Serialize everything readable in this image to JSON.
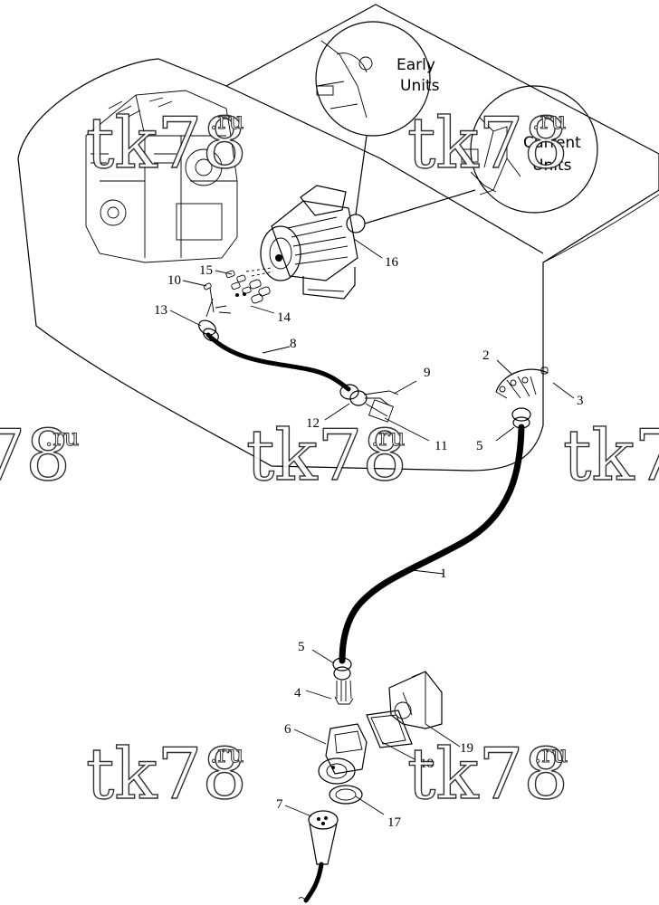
{
  "insets": {
    "early": [
      "Early",
      "Units"
    ],
    "current": [
      "Current",
      "Units"
    ]
  },
  "callouts": {
    "c1": "1",
    "c2": "2",
    "c3": "3",
    "c4": "4",
    "c5a": "5",
    "c5b": "5",
    "c6": "6",
    "c7": "7",
    "c8": "8",
    "c9": "9",
    "c10": "10",
    "c11": "11",
    "c12": "12",
    "c13": "13",
    "c14": "14",
    "c15": "15",
    "c16": "16",
    "c17": "17",
    "c18": "18",
    "c19": "19"
  },
  "watermark": {
    "main": "tk78",
    "suffix": ".ru"
  }
}
